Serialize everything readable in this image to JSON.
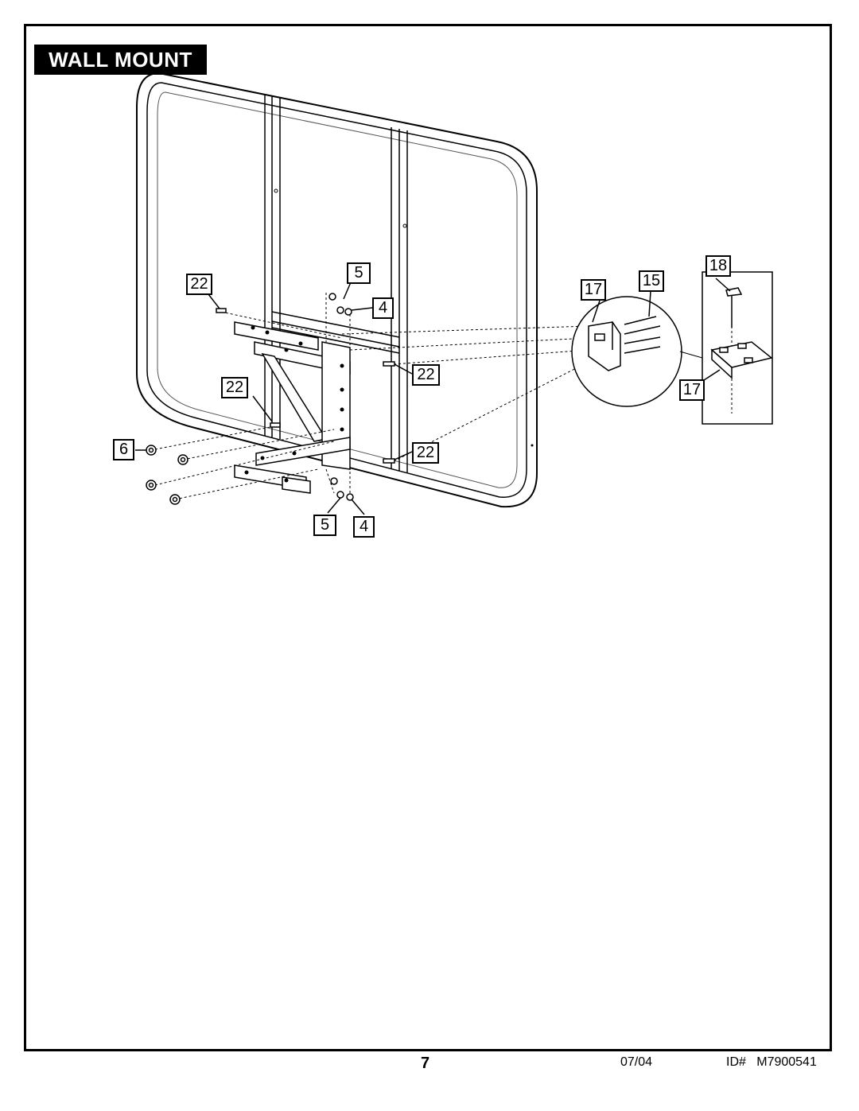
{
  "header": {
    "title": "WALL MOUNT"
  },
  "callouts": {
    "c22_top_left": "22",
    "c5_top": "5",
    "c4_top": "4",
    "c17_bracket": "17",
    "c15_screw": "15",
    "c18_bolt": "18",
    "c22_right_upper": "22",
    "c22_mid_left": "22",
    "c6_nut": "6",
    "c22_right_lower": "22",
    "c5_bottom": "5",
    "c4_bottom": "4",
    "c17_block": "17"
  },
  "footer": {
    "page_number": "7",
    "date": "07/04",
    "doc_id": "ID#   M7900541"
  }
}
